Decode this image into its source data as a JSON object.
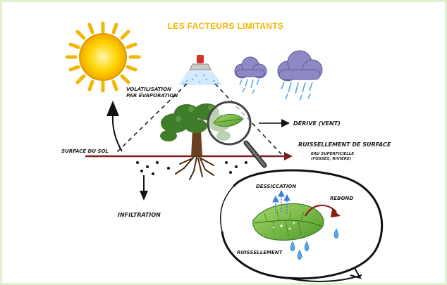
{
  "title": "LES FACTEURS LIMITANTS",
  "labels": {
    "volatilisation_line1": "VOLATILISATION",
    "volatilisation_line2": "PAR ÉVAPORATION",
    "derive": "DÉRIVE (VENT)",
    "ruissellement_surface": "RUISSELLEMENT DE SURFACE",
    "eau_superficielle_line1": "EAU SUPERFICIELLE",
    "eau_superficielle_line2": "(FOSSÉS, RIVIÈRE)",
    "surface_du_sol": "SURFACE DU SOL",
    "infiltration": "INFILTRATION",
    "dessiccation": "DESSICCATION",
    "rebond": "REBOND",
    "ruissellement": "RUISSELLEMENT"
  },
  "colors": {
    "title": "#f2b705",
    "border": "#dff0cf",
    "sun": "#f7c600",
    "cloud": "#8e88c4",
    "rain": "#5aa7e0",
    "ground_line": "#7a1f1f",
    "tree": "#3f7d2a",
    "leaf": "#7cc242",
    "rebond_arrow": "#8b1a1a"
  },
  "icons": [
    "sun-icon",
    "rain-cloud-icon",
    "sprayer-nozzle-icon",
    "tree-icon",
    "magnifier-icon",
    "leaf-icon",
    "water-drop-icon"
  ]
}
